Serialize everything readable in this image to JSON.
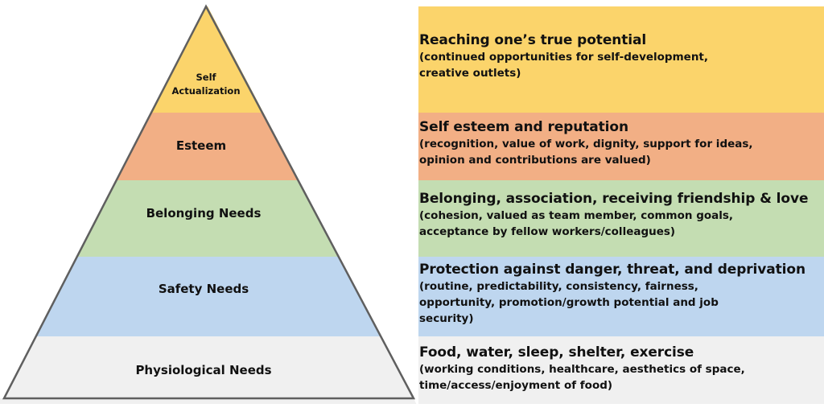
{
  "colors": {
    "self_actualization": "#fbd46b",
    "esteem": "#f2af85",
    "belonging": "#c4ddb2",
    "safety": "#bed6ef",
    "physiological": "#f0f0f0",
    "outline": "#5f5f5f"
  },
  "levels": [
    {
      "label_lines": [
        "Self",
        "Actualization"
      ],
      "title": "Reaching one’s true potential",
      "detail_lines": [
        "(continued opportunities for self-development,",
        "creative outlets)"
      ]
    },
    {
      "label_lines": [
        "Esteem"
      ],
      "title": "Self esteem and reputation",
      "detail_lines": [
        "(recognition, value of work, dignity, support for ideas,",
        "opinion and contributions are valued)"
      ]
    },
    {
      "label_lines": [
        "Belonging Needs"
      ],
      "title": "Belonging, association, receiving friendship & love",
      "detail_lines": [
        "(cohesion, valued as team member, common goals,",
        "acceptance by fellow workers/colleagues)"
      ]
    },
    {
      "label_lines": [
        "Safety Needs"
      ],
      "title": "Protection against danger, threat, and deprivation",
      "detail_lines": [
        "(routine, predictability, consistency, fairness,",
        "opportunity, promotion/growth potential and job",
        "security)"
      ]
    },
    {
      "label_lines": [
        "Physiological Needs"
      ],
      "title": "Food, water, sleep, shelter, exercise",
      "detail_lines": [
        "(working conditions, healthcare, aesthetics of space,",
        "time/access/enjoyment of food)"
      ]
    }
  ]
}
